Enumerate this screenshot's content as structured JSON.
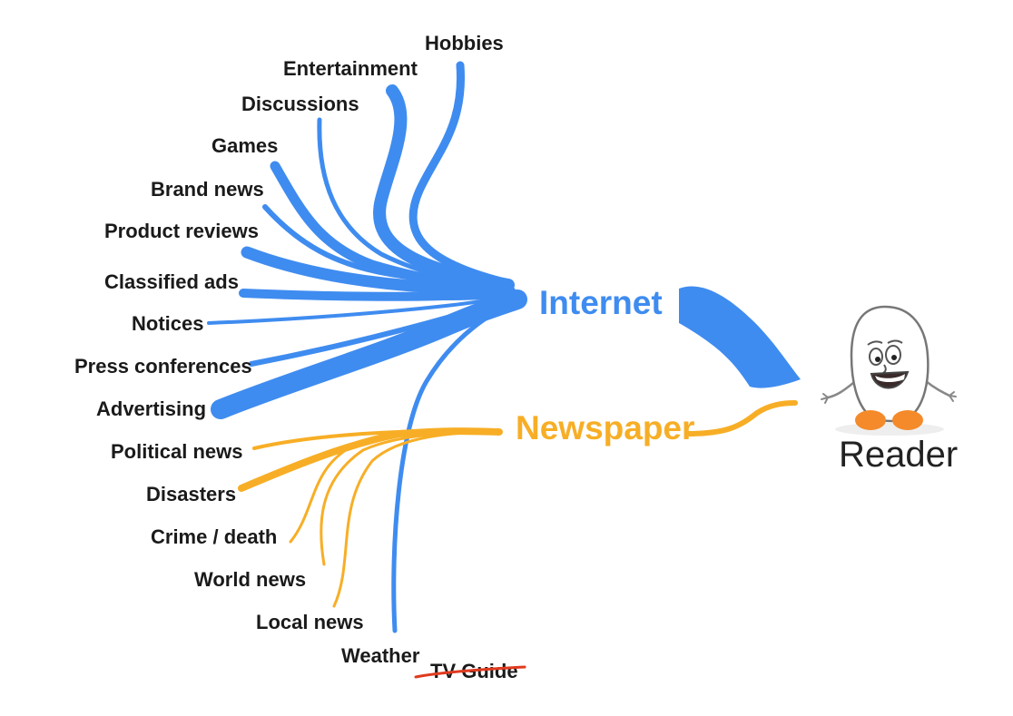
{
  "colors": {
    "internet": "#3f8cf0",
    "newspaper": "#f7ae26",
    "strike": "#e03a1f",
    "text": "#1a1a1a"
  },
  "hubs": {
    "internet": "Internet",
    "newspaper": "Newspaper"
  },
  "reader": {
    "label": "Reader",
    "icon": "cartoon-reader-character-icon"
  },
  "topics": [
    {
      "label": "Hobbies",
      "channel": "internet"
    },
    {
      "label": "Entertainment",
      "channel": "internet"
    },
    {
      "label": "Discussions",
      "channel": "internet"
    },
    {
      "label": "Games",
      "channel": "internet"
    },
    {
      "label": "Brand news",
      "channel": "internet"
    },
    {
      "label": "Product reviews",
      "channel": "internet"
    },
    {
      "label": "Classified ads",
      "channel": "internet"
    },
    {
      "label": "Notices",
      "channel": "internet"
    },
    {
      "label": "Press conferences",
      "channel": "internet"
    },
    {
      "label": "Advertising",
      "channel": "internet"
    },
    {
      "label": "Political news",
      "channel": "newspaper"
    },
    {
      "label": "Disasters",
      "channel": "newspaper"
    },
    {
      "label": "Crime / death",
      "channel": "newspaper"
    },
    {
      "label": "World news",
      "channel": "newspaper"
    },
    {
      "label": "Local news",
      "channel": "newspaper"
    },
    {
      "label": "Weather",
      "channel": "internet"
    }
  ],
  "struck_topic": {
    "label": "TV Guide"
  }
}
